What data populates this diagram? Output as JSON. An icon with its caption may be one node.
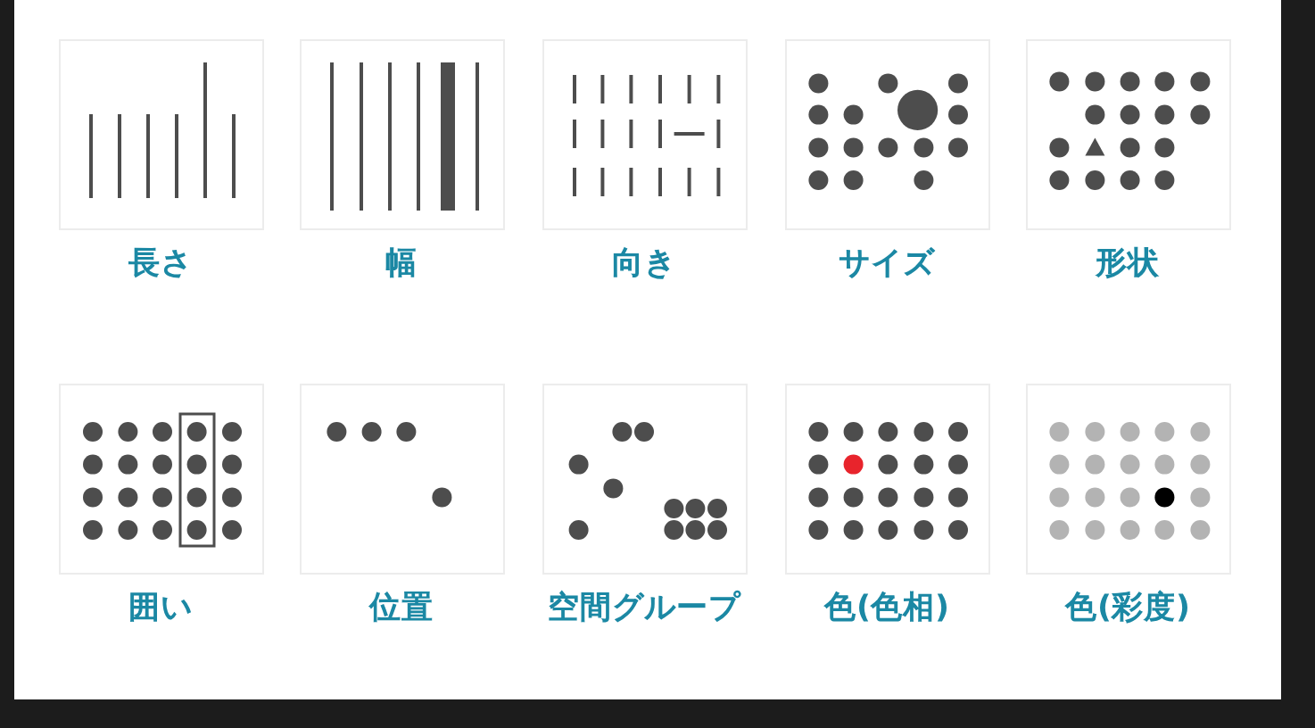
{
  "diagram": {
    "nodes": [
      {
        "text": [
          "長さ"
        ]
      },
      {
        "text": [
          "幅"
        ]
      },
      {
        "text": [
          "向き"
        ]
      },
      {
        "text": [
          "サイズ"
        ]
      },
      {
        "text": [
          "形状"
        ]
      },
      {
        "text": [
          "囲い"
        ]
      },
      {
        "text": [
          "位置"
        ]
      },
      {
        "text": [
          "空間グループ"
        ]
      },
      {
        "text": [
          "色(色相)"
        ]
      },
      {
        "text": [
          "色(彩度)"
        ]
      }
    ]
  }
}
